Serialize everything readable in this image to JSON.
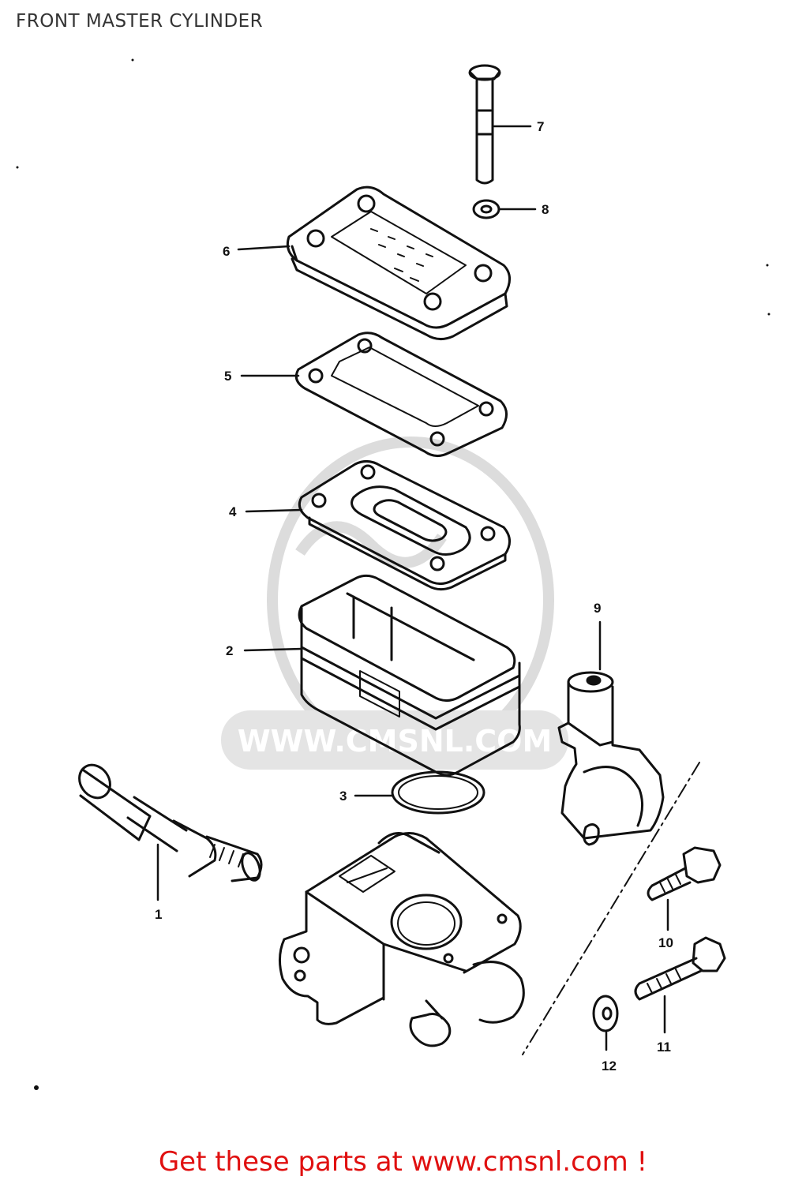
{
  "title": "FRONT MASTER CYLINDER",
  "watermark": "WWW.CMSNL.COM",
  "footer": "Get these parts at www.cmsnl.com !",
  "callouts": {
    "p1": "1",
    "p2": "2",
    "p3": "3",
    "p4": "4",
    "p5": "5",
    "p6": "6",
    "p7": "7",
    "p8": "8",
    "p9": "9",
    "p10": "10",
    "p11": "11",
    "p12": "12"
  },
  "colors": {
    "footer": "#e01010",
    "line": "#111111",
    "watermark": "#d9d9d9"
  }
}
